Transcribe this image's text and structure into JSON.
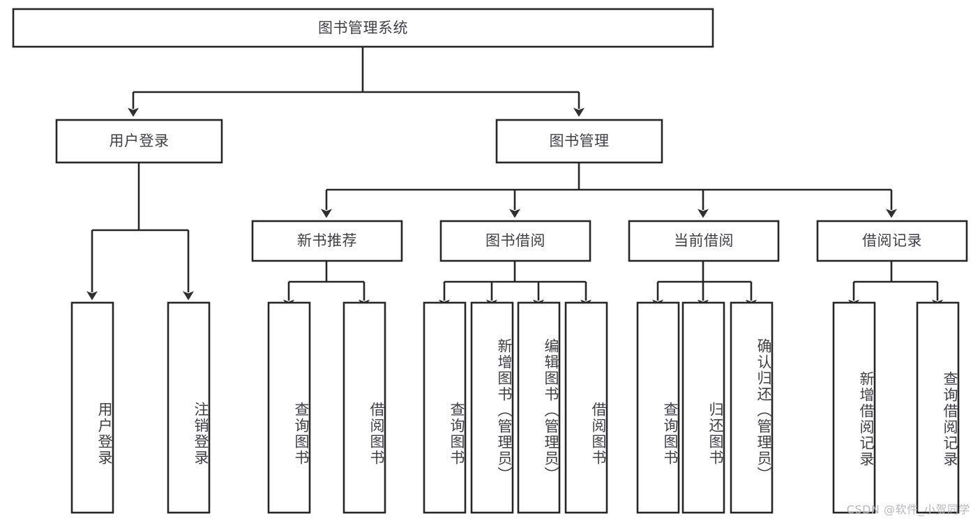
{
  "diagram": {
    "type": "hierarchy-tree",
    "title": "图书管理系统",
    "root": {
      "id": "root",
      "label": "图书管理系统",
      "level": 0
    },
    "level1": [
      {
        "id": "user-login",
        "label": "用户登录"
      },
      {
        "id": "book-manage",
        "label": "图书管理"
      }
    ],
    "level2": [
      {
        "id": "new-book-recommend",
        "label": "新书推荐",
        "parent": "book-manage"
      },
      {
        "id": "book-borrow",
        "label": "图书借阅",
        "parent": "book-manage"
      },
      {
        "id": "current-borrow",
        "label": "当前借阅",
        "parent": "book-manage"
      },
      {
        "id": "borrow-record",
        "label": "借阅记录",
        "parent": "book-manage"
      }
    ],
    "leaves": [
      {
        "id": "leaf-user-login",
        "label": "用户登录",
        "parent": "user-login"
      },
      {
        "id": "leaf-logout",
        "label": "注销登录",
        "parent": "user-login"
      },
      {
        "id": "leaf-query-book-1",
        "label": "查询图书",
        "parent": "new-book-recommend"
      },
      {
        "id": "leaf-borrow-book-1",
        "label": "借阅图书",
        "parent": "new-book-recommend"
      },
      {
        "id": "leaf-query-book-2",
        "label": "查询图书",
        "parent": "book-borrow"
      },
      {
        "id": "leaf-add-book",
        "label": "新增图书（管理员）",
        "parent": "book-borrow"
      },
      {
        "id": "leaf-edit-book",
        "label": "编辑图书（管理员）",
        "parent": "book-borrow"
      },
      {
        "id": "leaf-borrow-book-2",
        "label": "借阅图书",
        "parent": "book-borrow"
      },
      {
        "id": "leaf-query-book-3",
        "label": "查询图书",
        "parent": "current-borrow"
      },
      {
        "id": "leaf-return-book",
        "label": "归还图书",
        "parent": "current-borrow"
      },
      {
        "id": "leaf-confirm-return",
        "label": "确认归还（管理员）",
        "parent": "current-borrow"
      },
      {
        "id": "leaf-add-record",
        "label": "新增借阅记录",
        "parent": "borrow-record"
      },
      {
        "id": "leaf-query-record",
        "label": "查询借阅记录",
        "parent": "borrow-record"
      }
    ]
  },
  "watermark": {
    "text": "CSDN @软件_小贺同学"
  },
  "colors": {
    "box_stroke": "#262626",
    "box_fill": "#ffffff",
    "text": "#3f3f46",
    "background": "#ffffff",
    "watermark": "#b8b8bc"
  }
}
